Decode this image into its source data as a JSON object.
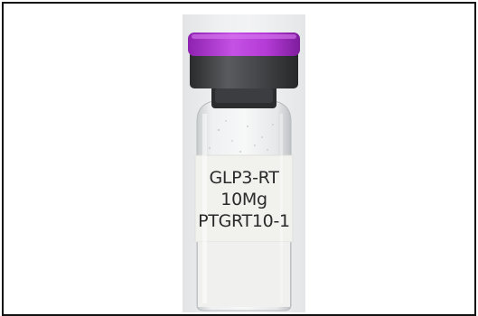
{
  "vial": {
    "label_lines": [
      "GLP3-RT",
      "10Mg",
      "PTGRT10-1"
    ],
    "cap_color": "#b43bd6",
    "crimp_color": "#3e3f41",
    "label_color": "#f1f1ee",
    "powder_color": "#f0f0ee"
  }
}
